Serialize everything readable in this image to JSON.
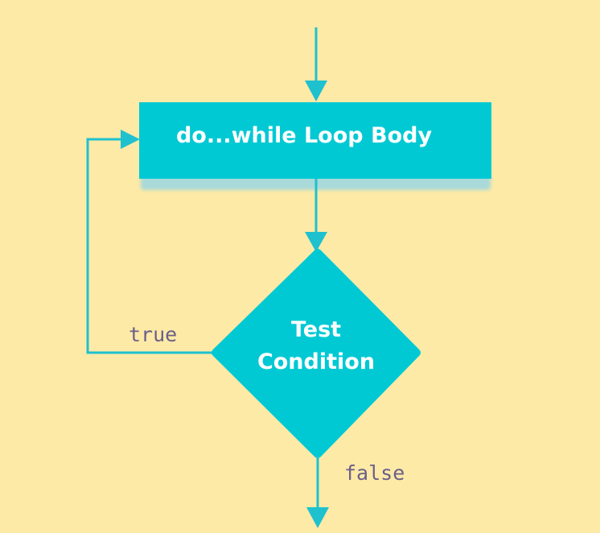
{
  "colors": {
    "background": "#fdeaa6",
    "node_fill": "#00c9d4",
    "node_shadow": "#a9d9d8",
    "arrow": "#1fc1cf",
    "node_text": "#ffffff",
    "edge_label": "#6b5f8a"
  },
  "nodes": {
    "loop_body": "do...while Loop Body",
    "condition_line1": "Test",
    "condition_line2": "Condition"
  },
  "edges": {
    "true_label": "true",
    "false_label": "false"
  }
}
